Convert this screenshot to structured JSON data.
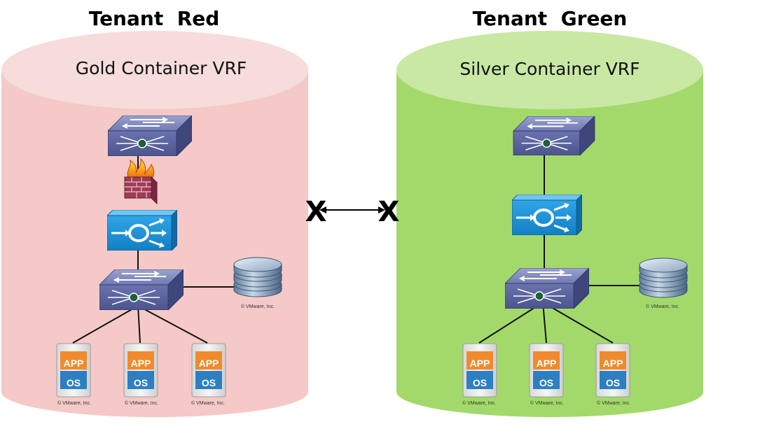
{
  "tenants": [
    {
      "title": "Tenant  Red",
      "vrf_label": "Gold Container VRF",
      "color_top": "#f6dcda",
      "color_body": "#f4c9c7",
      "vm_count": 3
    },
    {
      "title": "Tenant  Green",
      "vrf_label": "Silver Container VRF",
      "color_top": "#c8e8a4",
      "color_body": "#a3d96a",
      "vm_count": 3
    }
  ],
  "vm": {
    "app_label": "APP",
    "os_label": "OS",
    "copyright": "© VMware, Inc."
  },
  "storage": {
    "copyright": "© VMware, Inc."
  },
  "link": {
    "status": "blocked",
    "blocked_symbol": "X"
  }
}
